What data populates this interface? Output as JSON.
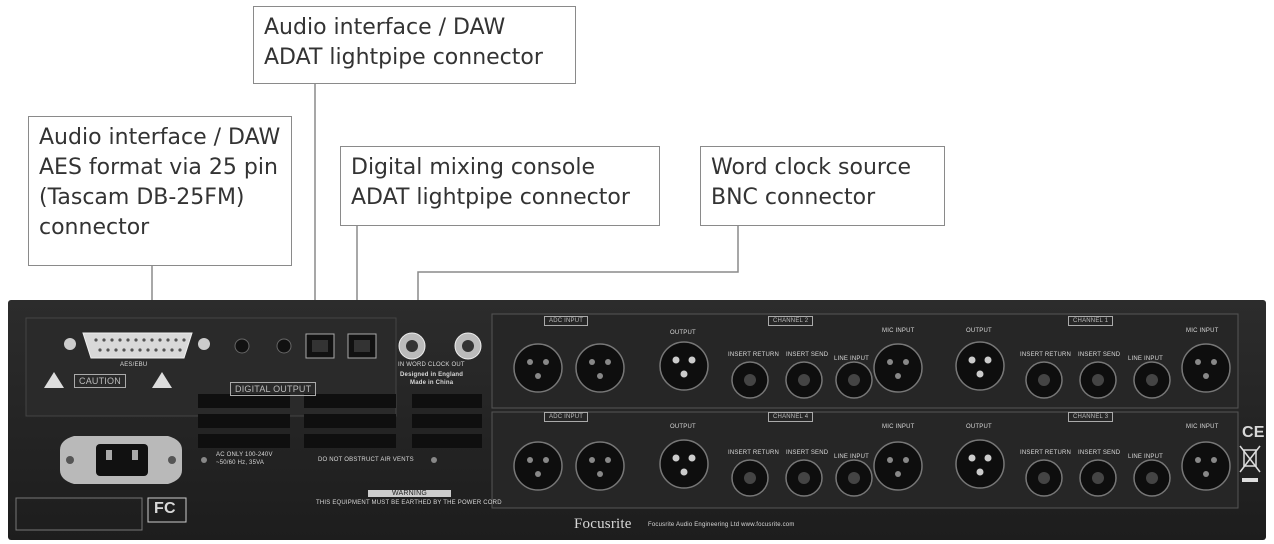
{
  "callouts": {
    "adat_daw": "Audio interface / DAW\nADAT lightpipe connector",
    "aes_daw": "Audio interface / DAW\nAES format via 25 pin\n(Tascam DB-25FM)\nconnector",
    "adat_console": "Digital mixing console\nADAT lightpipe connector",
    "wordclock": "Word clock source\nBNC connector"
  },
  "panel": {
    "digital_output": "DIGITAL OUTPUT",
    "aes_ebu": "AES/EBU",
    "caution": "CAUTION",
    "designed": "Designed in England",
    "made": "Made in China",
    "word_clock": "IN   WORD CLOCK   OUT",
    "ac_only": "AC ONLY 100-240V",
    "ac_rating": "~50/60 Hz, 35VA",
    "no_obstruct": "DO NOT OBSTRUCT AIR VENTS",
    "warning": "WARNING",
    "earthed": "THIS EQUIPMENT MUST BE EARTHED BY THE POWER CORD",
    "brand": "Focusrite",
    "brand_line": "Focusrite Audio Engineering Ltd  www.focusrite.com",
    "output": "OUTPUT",
    "mic_input": "MIC INPUT",
    "line_input": "LINE INPUT",
    "insert_return": "INSERT RETURN",
    "insert_send": "INSERT SEND",
    "adc_input": "ADC INPUT",
    "channel_1": "CHANNEL 1",
    "channel_2": "CHANNEL 2",
    "channel_3": "CHANNEL 3",
    "channel_4": "CHANNEL 4",
    "ce": "CE",
    "fc": "FC"
  },
  "colors": {
    "panel": "#222222",
    "connector": "#0e0e0e",
    "callout_border": "#8a8a8a",
    "leader": "#8a8a8a"
  }
}
